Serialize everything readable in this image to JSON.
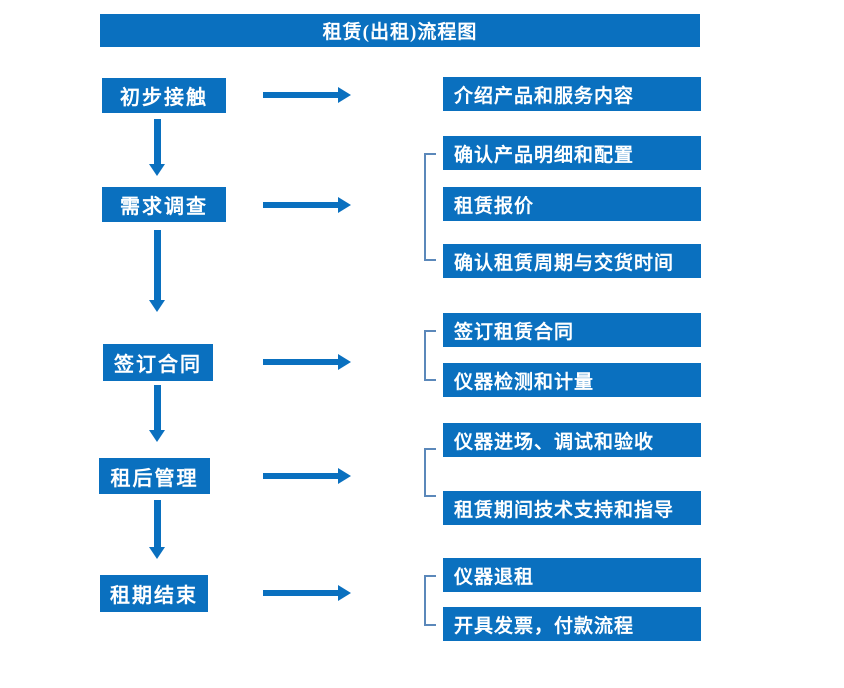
{
  "title": "租赁(出租)流程图",
  "stages": [
    {
      "label": "初步接触",
      "details": [
        "介绍产品和服务内容"
      ]
    },
    {
      "label": "需求调查",
      "details": [
        "确认产品明细和配置",
        "租赁报价",
        "确认租赁周期与交货时间"
      ]
    },
    {
      "label": "签订合同",
      "details": [
        "签订租赁合同",
        "仪器检测和计量"
      ]
    },
    {
      "label": "租后管理",
      "details": [
        "仪器进场、调试和验收",
        "租赁期间技术支持和指导"
      ]
    },
    {
      "label": "租期结束",
      "details": [
        "仪器退租",
        "开具发票，付款流程"
      ]
    }
  ],
  "colors": {
    "box_fill": "#0a70bf",
    "arrow": "#0a70bf",
    "bracket": "#5b88ba",
    "box_text": "#ffffff",
    "background": "#ffffff"
  }
}
